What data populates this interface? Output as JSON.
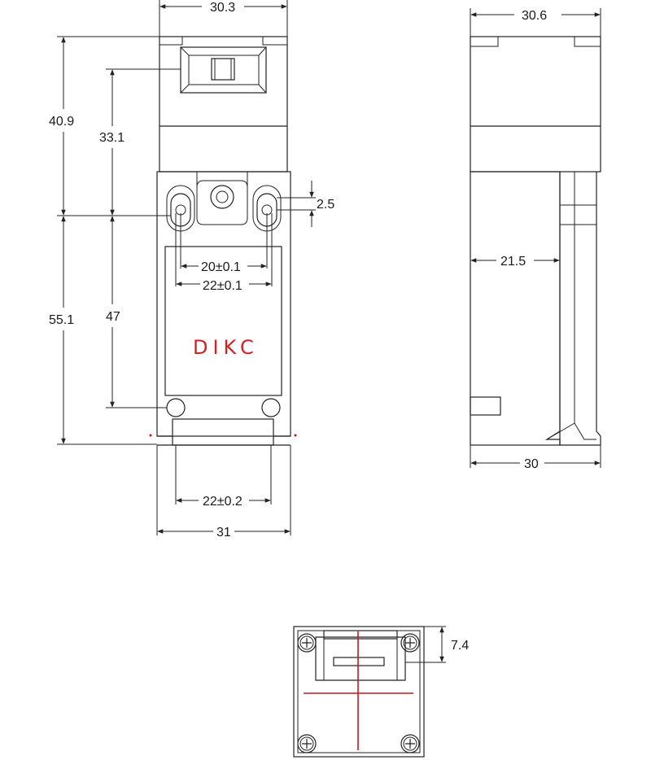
{
  "brand_label": "DIKC",
  "dimensions": {
    "front_top_width": "30.3",
    "front_total_upper": "40.9",
    "front_to_cam": "33.1",
    "hole_offset": "2.5",
    "hole_spacing_inner": "20±0.1",
    "hole_spacing_outer": "22±0.1",
    "front_lower_height": "55.1",
    "front_mount_height": "47",
    "bottom_slot_width": "22±0.2",
    "front_base_width": "31",
    "side_top_width": "30.6",
    "side_offset": "21.5",
    "side_base_width": "30",
    "bottom_view_offset": "7.4"
  },
  "colors": {
    "line": "#222222",
    "brand": "#d42020",
    "centerline": "#c8141e"
  }
}
